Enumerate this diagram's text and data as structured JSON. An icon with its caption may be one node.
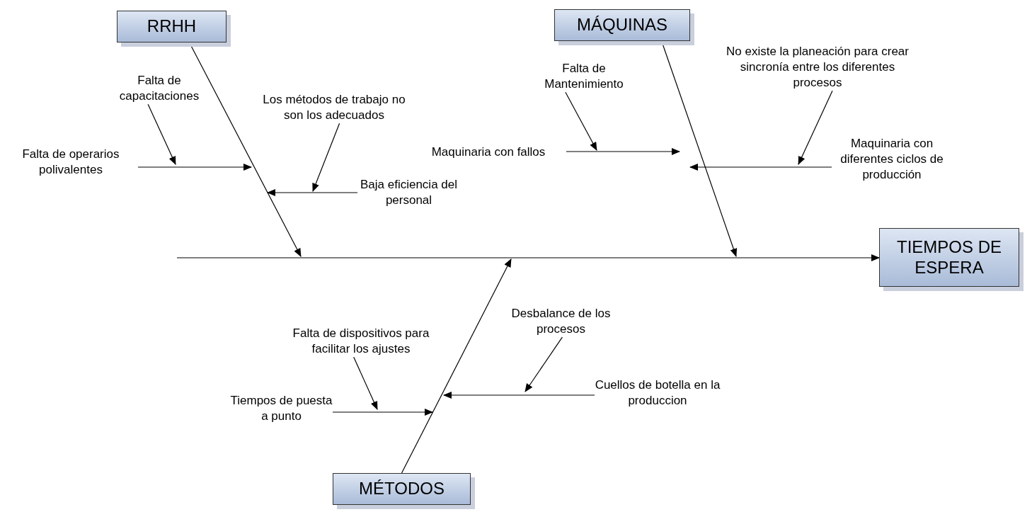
{
  "diagram": {
    "nodes": [
      {
        "text": [
          "RRHH"
        ]
      },
      {
        "text": [
          "MÁQUINAS"
        ]
      },
      {
        "text": [
          "No existe la planeación para crear sincronía entre los diferentes procesos"
        ]
      },
      {
        "text": [
          "Falta de Mantenimiento"
        ]
      },
      {
        "text": [
          "Falta de capacitaciones"
        ]
      },
      {
        "text": [
          "Los métodos de trabajo no son los adecuados"
        ]
      },
      {
        "text": [
          "Falta de operarios polivalentes"
        ]
      },
      {
        "text": [
          "Maquinaria con fallos"
        ]
      },
      {
        "text": [
          "Maquinaria con diferentes ciclos de producción"
        ]
      },
      {
        "text": [
          "Baja eficiencia del personal"
        ]
      },
      {
        "text": [
          "TIEMPOS DE ESPERA"
        ]
      },
      {
        "text": [
          "Desbalance de los procesos"
        ]
      },
      {
        "text": [
          "Falta de dispositivos para facilitar los ajustes"
        ]
      },
      {
        "text": [
          "Cuellos de botella en la produccion"
        ]
      },
      {
        "text": [
          "Tiempos de puesta a punto"
        ]
      },
      {
        "text": [
          "MÉTODOS"
        ]
      }
    ],
    "edges": [
      {
        "from": 0,
        "to": null,
        "arrow": "to"
      },
      {
        "from": 1,
        "to": null,
        "arrow": "to"
      },
      {
        "from": 15,
        "to": null,
        "arrow": "to"
      },
      {
        "from": null,
        "to": 10,
        "arrow": "to"
      },
      {
        "from": 6,
        "to": null,
        "arrow": "to"
      },
      {
        "from": 4,
        "to": null,
        "arrow": "to"
      },
      {
        "from": 9,
        "to": null,
        "arrow": "to"
      },
      {
        "from": 5,
        "to": null,
        "arrow": "to"
      },
      {
        "from": 7,
        "to": null,
        "arrow": "to"
      },
      {
        "from": 3,
        "to": null,
        "arrow": "to"
      },
      {
        "from": 8,
        "to": null,
        "arrow": "to"
      },
      {
        "from": 2,
        "to": null,
        "arrow": "to"
      },
      {
        "from": 14,
        "to": null,
        "arrow": "to"
      },
      {
        "from": 12,
        "to": null,
        "arrow": "to"
      },
      {
        "from": 13,
        "to": null,
        "arrow": "to"
      },
      {
        "from": 11,
        "to": null,
        "arrow": "to"
      }
    ]
  }
}
